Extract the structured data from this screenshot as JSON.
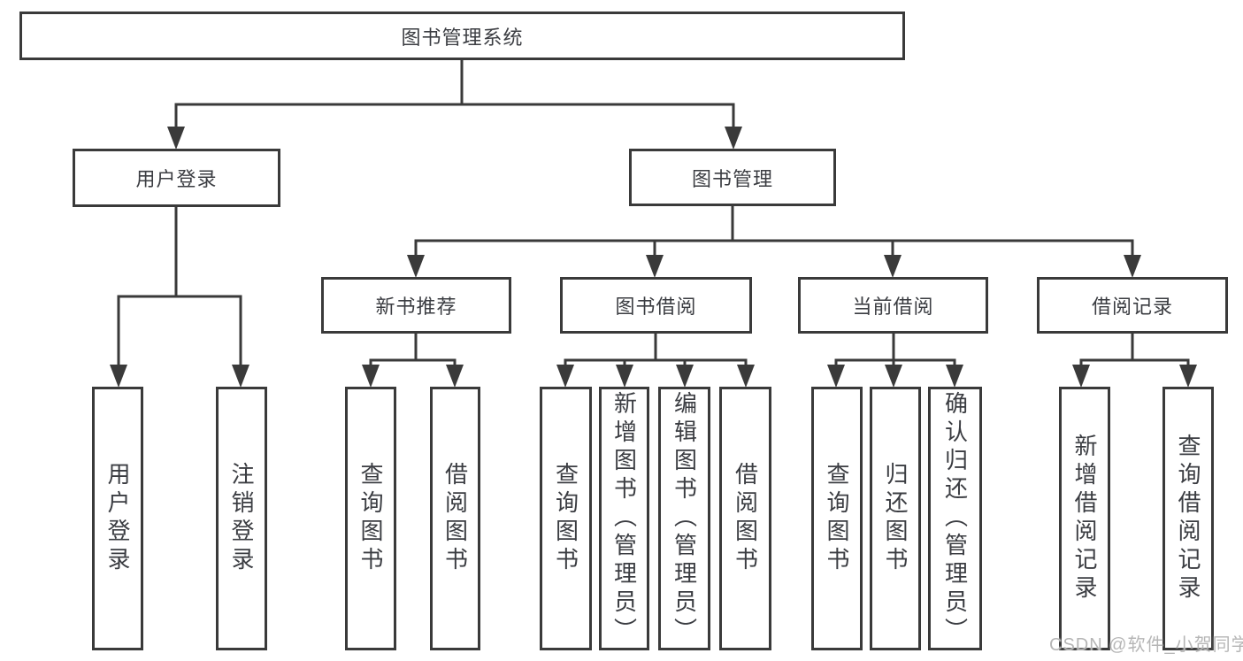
{
  "diagram": {
    "title": "图书管理系统",
    "watermark": "CSDN @软件_小贺同学",
    "colors": {
      "line": "#3a3a3a",
      "border": "#3a3a3a",
      "text": "#3b3d42",
      "box_background": "#ffffff",
      "watermark_text": "#b2b2b2"
    },
    "nodes": {
      "root": {
        "label": "图书管理系统"
      },
      "user_login": {
        "label": "用户登录"
      },
      "book_mgmt": {
        "label": "图书管理"
      },
      "new_book_rec": {
        "label": "新书推荐"
      },
      "book_borrow": {
        "label": "图书借阅"
      },
      "current_borrow": {
        "label": "当前借阅"
      },
      "borrow_records": {
        "label": "借阅记录"
      },
      "leaf_user_login": {
        "label": "用户登录"
      },
      "leaf_logout": {
        "label": "注销登录"
      },
      "leaf_nbr_query": {
        "label": "查询图书"
      },
      "leaf_nbr_borrow": {
        "label": "借阅图书"
      },
      "leaf_bb_query": {
        "label": "查询图书"
      },
      "leaf_bb_add": {
        "label": "新增图书（管理员）"
      },
      "leaf_bb_edit": {
        "label": "编辑图书（管理员）"
      },
      "leaf_bb_borrow": {
        "label": "借阅图书"
      },
      "leaf_cb_query": {
        "label": "查询图书"
      },
      "leaf_cb_return": {
        "label": "归还图书"
      },
      "leaf_cb_confirm": {
        "label": "确认归还（管理员）"
      },
      "leaf_br_add": {
        "label": "新增借阅记录"
      },
      "leaf_br_query": {
        "label": "查询借阅记录"
      }
    },
    "tree": {
      "图书管理系统": {
        "用户登录": [
          "用户登录",
          "注销登录"
        ],
        "图书管理": {
          "新书推荐": [
            "查询图书",
            "借阅图书"
          ],
          "图书借阅": [
            "查询图书",
            "新增图书（管理员）",
            "编辑图书（管理员）",
            "借阅图书"
          ],
          "当前借阅": [
            "查询图书",
            "归还图书",
            "确认归还（管理员）"
          ],
          "借阅记录": [
            "新增借阅记录",
            "查询借阅记录"
          ]
        }
      }
    }
  }
}
